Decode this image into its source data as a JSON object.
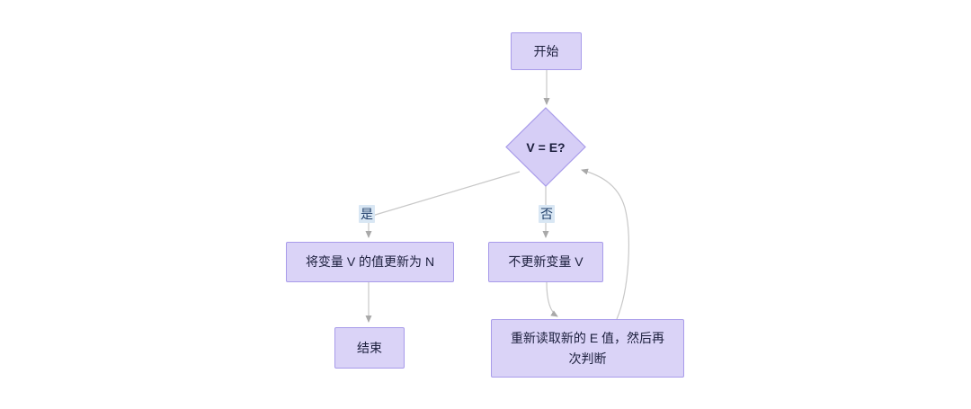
{
  "diagram": {
    "type": "flowchart",
    "nodes": {
      "start": {
        "label": "开始"
      },
      "decision": {
        "label": "V = E?"
      },
      "update": {
        "label": "将变量 V 的值更新为 N"
      },
      "no_update": {
        "label": "不更新变量 V"
      },
      "end": {
        "label": "结束"
      },
      "reread": {
        "label": "重新读取新的 E 值，然后再次判断"
      }
    },
    "edge_labels": {
      "yes": "是",
      "no": "否"
    },
    "edges": [
      {
        "from": "start",
        "to": "decision"
      },
      {
        "from": "decision",
        "to": "update",
        "label": "是"
      },
      {
        "from": "decision",
        "to": "no_update",
        "label": "否"
      },
      {
        "from": "update",
        "to": "end"
      },
      {
        "from": "no_update",
        "to": "reread"
      },
      {
        "from": "reread",
        "to": "decision"
      }
    ],
    "colors": {
      "background": "#ffffff",
      "node_fill": "#dad3f7",
      "node_border": "#a89bea",
      "node_text": "#1b1e3c",
      "edge_line": "#c8c8c8",
      "arrowhead": "#a9a9a9",
      "edge_label_bg": "#d9e7f4"
    }
  }
}
